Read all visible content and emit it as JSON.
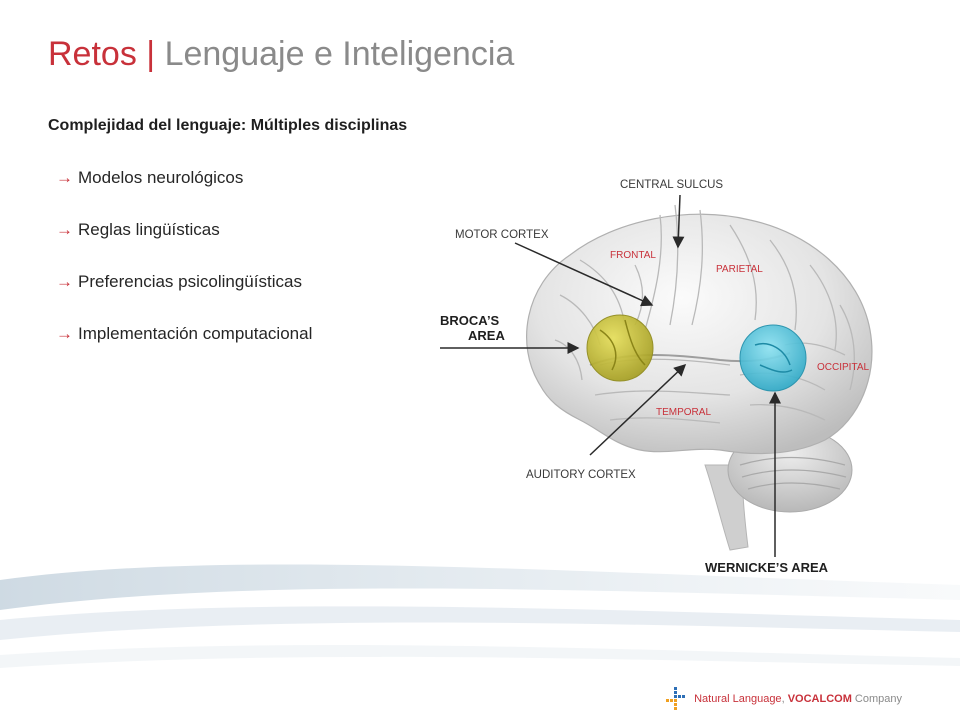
{
  "title": {
    "prefix": "Retos",
    "separator": "|",
    "rest": "Lenguaje e Inteligencia"
  },
  "subtitle": "Complejidad del lenguaje: Múltiples disciplinas",
  "bullets": [
    {
      "arrow": "→",
      "text": "Modelos neurológicos"
    },
    {
      "arrow": "→",
      "text": "Reglas lingüísticas"
    },
    {
      "arrow": "→",
      "text": "Preferencias psicolingüísticas"
    },
    {
      "arrow": "→",
      "text": "Implementación computacional"
    }
  ],
  "figure": {
    "labels": {
      "central_sulcus": "CENTRAL SULCUS",
      "motor_cortex": "MOTOR CORTEX",
      "frontal": "FRONTAL",
      "parietal": "PARIETAL",
      "broca_line1": "BROCA’S",
      "broca_line2": "AREA",
      "occipital": "OCCIPITAL",
      "temporal": "TEMPORAL",
      "auditory_cortex": "AUDITORY CORTEX",
      "wernicke": "WERNICKE’S AREA"
    },
    "colors": {
      "lobe_label": "#c8313a",
      "broca": "#c9c236",
      "wernicke": "#49c3dd"
    }
  },
  "footer": {
    "part1": "Natural Language",
    "comma": ", ",
    "brand": "VOCALCOM",
    "part2": " Company"
  },
  "colors": {
    "accent": "#c8313a",
    "title_gray": "#8a8a8a"
  }
}
